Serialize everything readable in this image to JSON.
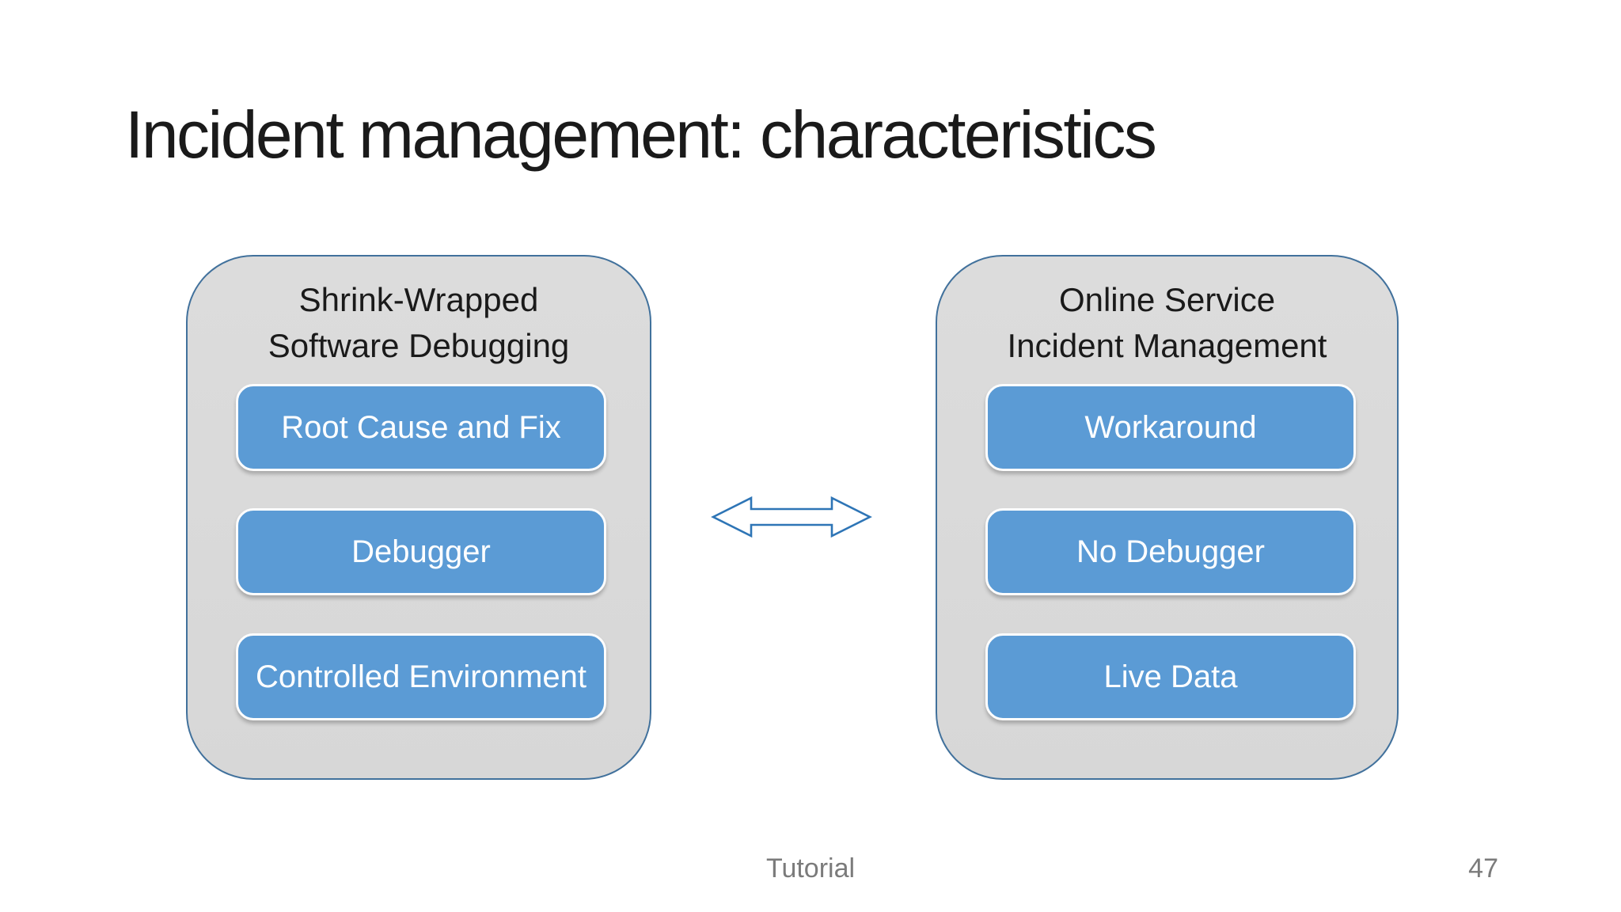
{
  "slide": {
    "title": "Incident management: characteristics",
    "left_panel": {
      "title_line1": "Shrink-Wrapped",
      "title_line2": "Software Debugging",
      "items": [
        "Root Cause and Fix",
        "Debugger",
        "Controlled Environment"
      ]
    },
    "right_panel": {
      "title_line1": "Online Service",
      "title_line2": "Incident Management",
      "items": [
        "Workaround",
        "No Debugger",
        "Live Data"
      ]
    },
    "arrow": {
      "icon": "double-headed-arrow"
    },
    "footer": {
      "label": "Tutorial",
      "page_number": "47"
    },
    "colors": {
      "panel_fill": "#d9d9d9",
      "panel_border": "#41719c",
      "pill_fill": "#5b9bd5",
      "pill_border": "#ffffff",
      "pill_text": "#ffffff",
      "arrow_stroke": "#2e75b6",
      "title_text": "#1a1a1a",
      "footer_text": "#7b7b7b"
    }
  }
}
